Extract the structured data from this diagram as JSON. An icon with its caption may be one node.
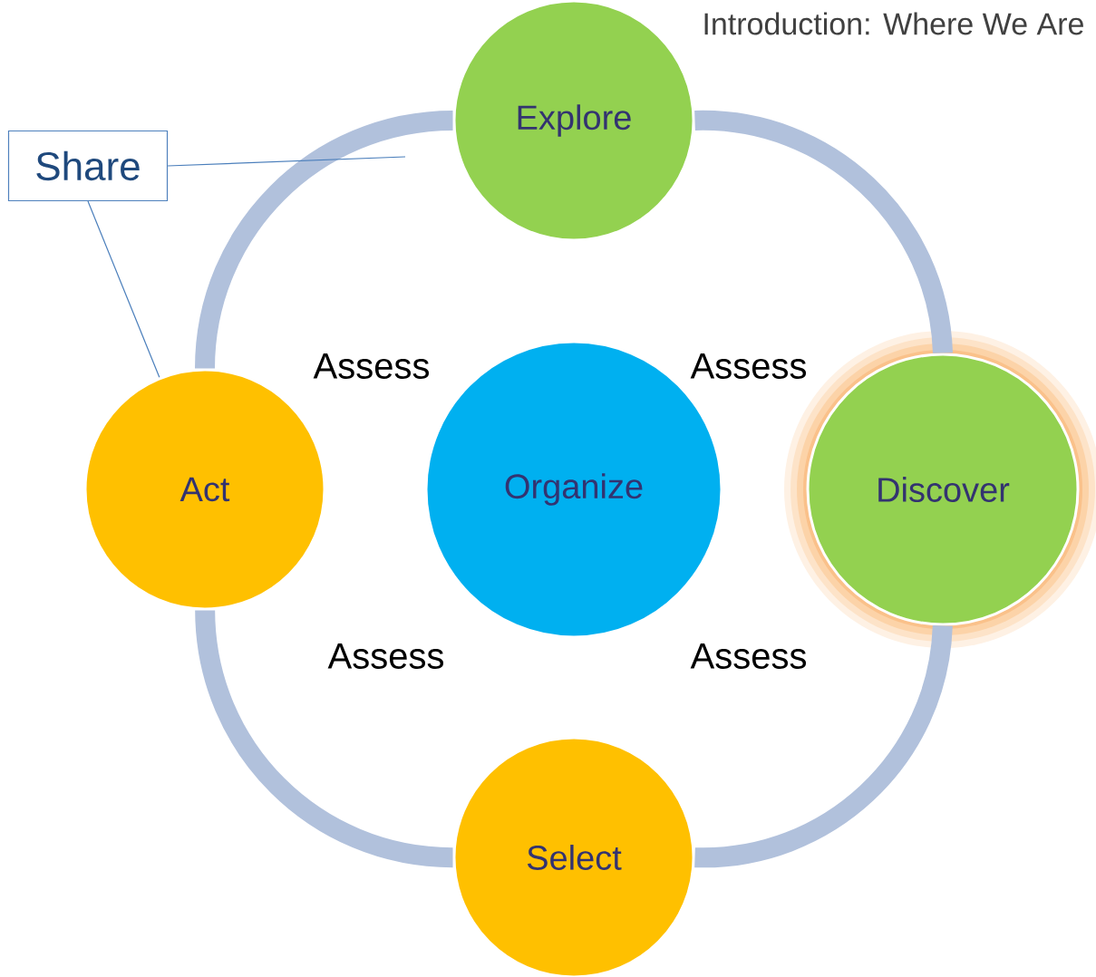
{
  "diagram": {
    "title": "Introduction: Where We Are",
    "nodes": [
      {
        "text": [
          "Explore"
        ]
      },
      {
        "text": [
          "Discover"
        ]
      },
      {
        "text": [
          "Select"
        ]
      },
      {
        "text": [
          "Act"
        ]
      },
      {
        "text": [
          "Organize"
        ]
      },
      {
        "text": [
          "Share"
        ]
      }
    ],
    "edges": [
      {
        "from": 0,
        "to": 1,
        "arrow": "none"
      },
      {
        "from": 1,
        "to": 2,
        "arrow": "none"
      },
      {
        "from": 2,
        "to": 3,
        "arrow": "none"
      },
      {
        "from": 3,
        "to": 0,
        "arrow": "none"
      },
      {
        "from": 5,
        "to": null,
        "arrow": "none",
        "color": "#4a7ebb"
      },
      {
        "from": 5,
        "to": 3,
        "arrow": "none",
        "color": "#4a7ebb"
      }
    ],
    "labels": [
      "Assess",
      "Assess",
      "Assess",
      "Assess"
    ]
  }
}
